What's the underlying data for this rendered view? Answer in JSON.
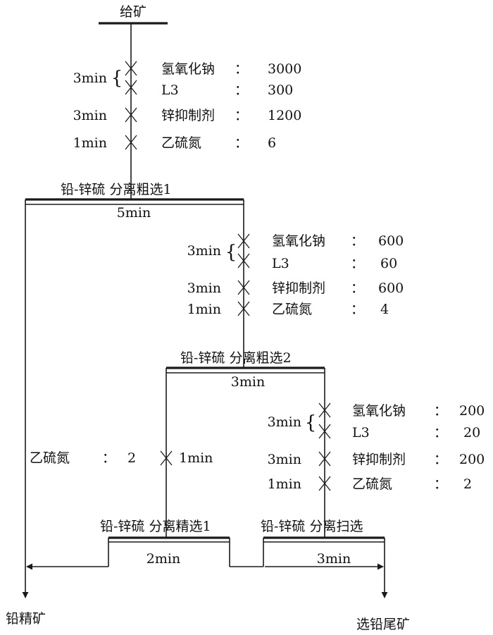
{
  "feed": "给矿",
  "stage1": {
    "reagents": [
      {
        "name": "氢氧化钠",
        "colon": "：",
        "dose": "3000"
      },
      {
        "name": "L3",
        "colon": "：",
        "dose": "300"
      },
      {
        "name": "锌抑制剂",
        "colon": "：",
        "dose": "1200"
      },
      {
        "name": "乙硫氮",
        "colon": "：",
        "dose": "6"
      }
    ],
    "times": [
      "3min",
      "3min",
      "1min"
    ],
    "op_label": "铅-锌硫  分离粗选1",
    "op_time": "5min"
  },
  "stage2": {
    "reagents": [
      {
        "name": "氢氧化钠",
        "colon": "：",
        "dose": "600"
      },
      {
        "name": "L3",
        "colon": "：",
        "dose": "60"
      },
      {
        "name": "锌抑制剂",
        "colon": "：",
        "dose": "600"
      },
      {
        "name": "乙硫氮",
        "colon": "：",
        "dose": "4"
      }
    ],
    "times": [
      "3min",
      "3min",
      "1min"
    ],
    "op_label": "铅-锌硫  分离粗选2",
    "op_time": "3min"
  },
  "stage3": {
    "reagents": [
      {
        "name": "氢氧化钠",
        "colon": "：",
        "dose": "200"
      },
      {
        "name": "L3",
        "colon": "：",
        "dose": "20"
      },
      {
        "name": "锌抑制剂",
        "colon": "：",
        "dose": "200"
      },
      {
        "name": "乙硫氮",
        "colon": "：",
        "dose": "2"
      }
    ],
    "times": [
      "3min",
      "3min",
      "1min"
    ]
  },
  "cleaner": {
    "reagent": {
      "name": "乙硫氮",
      "colon": "：",
      "dose": "2"
    },
    "time": "1min",
    "op_label": "铅-锌硫  分离精选1",
    "op_time": "2min"
  },
  "scavenger": {
    "op_label": "铅-锌硫  分离扫选",
    "op_time": "3min"
  },
  "products": {
    "lead_concentrate": "铅精矿",
    "lead_tailings": "选铅尾矿"
  }
}
